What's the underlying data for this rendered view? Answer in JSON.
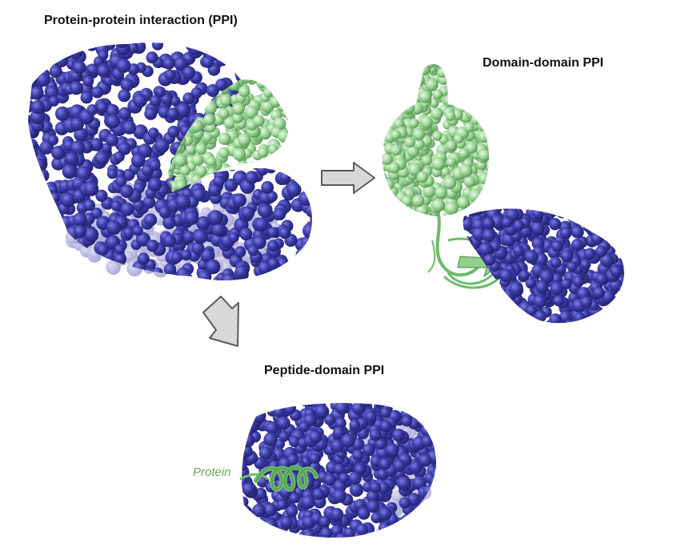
{
  "labels": {
    "ppi_title": "Protein-protein interaction (PPI)",
    "domain_title": "Domain-domain PPI",
    "peptide_title": "Peptide-domain PPI",
    "protein_tag": "Protein"
  },
  "colors": {
    "blue": "#3a3aa8",
    "blue_dark": "#24246f",
    "blue_light": "#8c8ccf",
    "green": "#9fd79a",
    "green_dark": "#5f9d5a",
    "helix": "#6dbb6a",
    "tag_green": "#6aa84f",
    "arrow_fill": "#d8d8d8",
    "arrow_stroke": "#5a5a5a"
  },
  "icons": {
    "right_arrow": "right-arrow-icon",
    "down_arrow": "down-arrow-icon"
  }
}
